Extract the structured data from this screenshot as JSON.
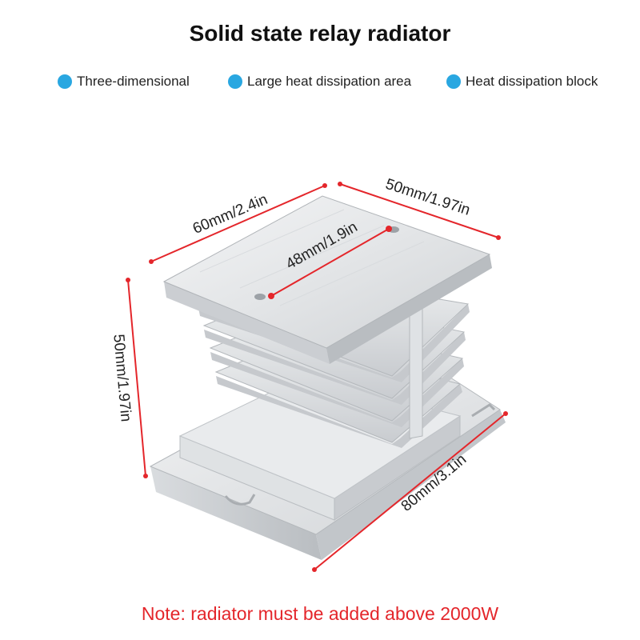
{
  "title": "Solid state relay radiator",
  "features": [
    {
      "label": "Three-dimensional",
      "icon": "blue-dot-icon"
    },
    {
      "label": "Large heat dissipation area",
      "icon": "blue-dot-icon"
    },
    {
      "label": "Heat dissipation block",
      "icon": "blue-dot-icon"
    }
  ],
  "dimensions": {
    "top_length": "60mm/2.4in",
    "top_width": "50mm/1.97in",
    "hole_spacing": "48mm/1.9in",
    "height": "50mm/1.97in",
    "base_length": "80mm/3.1in"
  },
  "note": "Note: radiator must be added above 2000W",
  "colors": {
    "accent_dot": "#29a7e1",
    "dimension_line": "#e4262b",
    "note_text": "#e4262b",
    "metal": "#e6e8ea"
  }
}
